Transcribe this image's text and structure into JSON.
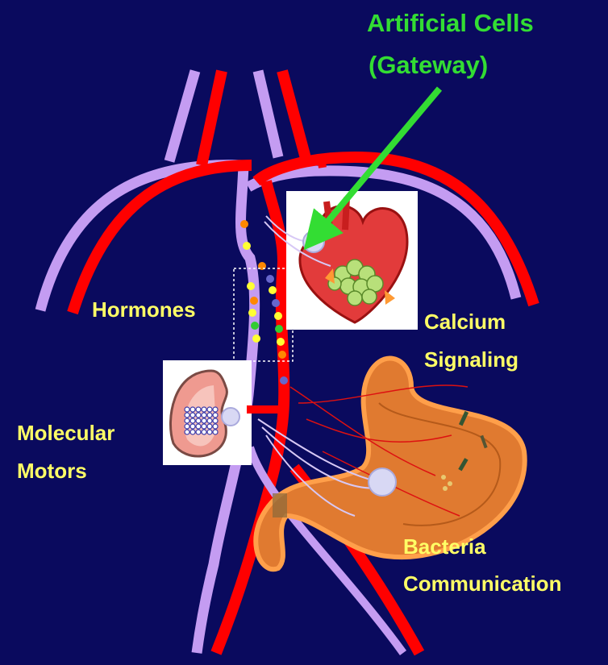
{
  "title": {
    "line1": "Artificial Cells",
    "line2": "(Gateway)"
  },
  "labels": {
    "hormones": "Hormones",
    "calcium_line1": "Calcium",
    "calcium_line2": "Signaling",
    "motors_line1": "Molecular",
    "motors_line2": "Motors",
    "bacteria_line1": "Bacteria",
    "bacteria_line2": "Communication"
  },
  "colors": {
    "background": "#0a0a5e",
    "artery": "#ff0000",
    "vein": "#c49cf2",
    "label_text": "#ffff66",
    "gateway_text": "#33dd33",
    "pointer_arrow": "#33dd33"
  },
  "icons": [
    "heart-icon",
    "kidney-icon",
    "stomach-icon",
    "artificial-cell-icon",
    "pointer-arrow-icon"
  ]
}
